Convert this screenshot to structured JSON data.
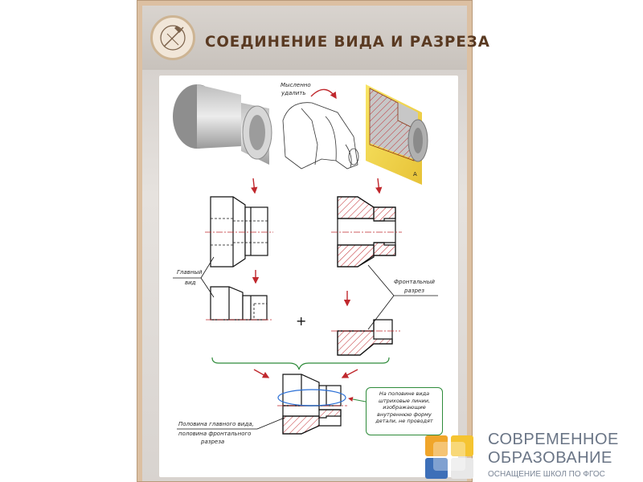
{
  "poster": {
    "title": "СОЕДИНЕНИЕ ВИДА И РАЗРЕЗА",
    "logo_icon": "drafting-tools-icon",
    "colors": {
      "frame": "#dcc0a2",
      "title": "#5a3a22",
      "arrow": "#c0282d",
      "hatch": "#c0282d",
      "callout_border": "#2e8b3a",
      "highlight": "#f4d21e"
    }
  },
  "labels": {
    "mentally_remove": [
      "Мысленно",
      "удалить"
    ],
    "section_mark": "А",
    "main_view": [
      "Главный",
      "вид"
    ],
    "frontal_section": [
      "Фронтальный",
      "разрез"
    ],
    "plus": "+",
    "half_label": [
      "Половина главного вида,",
      "половина фронтального",
      "разреза"
    ],
    "callout": [
      "На половине вида",
      "штриховые линии,",
      "изображающие",
      "внутреннюю форму",
      "детали, не проводят"
    ]
  },
  "brand": {
    "line1": "СОВРЕМЕННОЕ",
    "line2": "ОБРАЗОВАНИЕ",
    "line3": "ОСНАЩЕНИЕ ШКОЛ ПО ФГОС",
    "logo_icon": "puzzle-logo-icon"
  }
}
